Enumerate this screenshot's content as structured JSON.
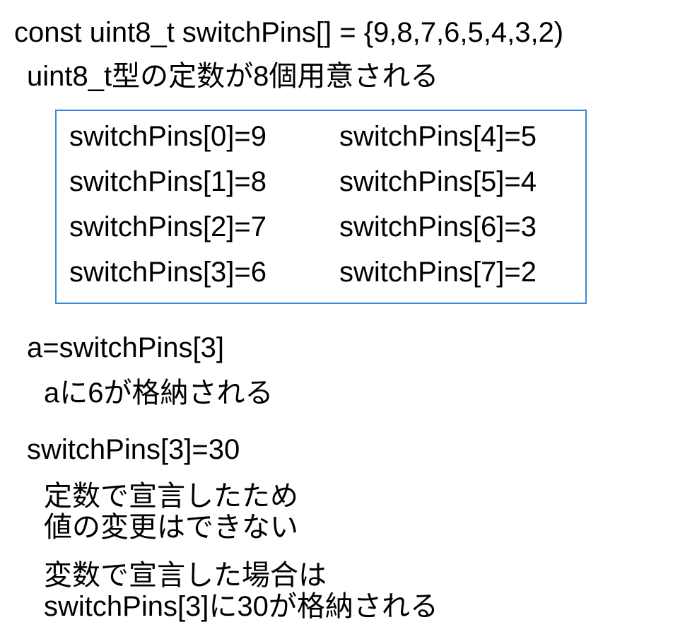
{
  "declaration": "const uint8_t switchPins[] = {9,8,7,6,5,4,3,2)",
  "declaration_note": "uint8_t型の定数が8個用意される",
  "array_elements": [
    "switchPins[0]=9",
    "switchPins[1]=8",
    "switchPins[2]=7",
    "switchPins[3]=6",
    "switchPins[4]=5",
    "switchPins[5]=4",
    "switchPins[6]=3",
    "switchPins[7]=2"
  ],
  "assignment": "a=switchPins[3]",
  "assignment_note": "aに6が格納される",
  "reassignment": "switchPins[3]=30",
  "reassignment_notes": [
    "定数で宣言したため",
    "値の変更はできない",
    "変数で宣言した場合は",
    "switchPins[3]に30が格納される"
  ],
  "colors": {
    "box_border": "#3c86d6",
    "text": "#000000",
    "background": "#ffffff"
  }
}
